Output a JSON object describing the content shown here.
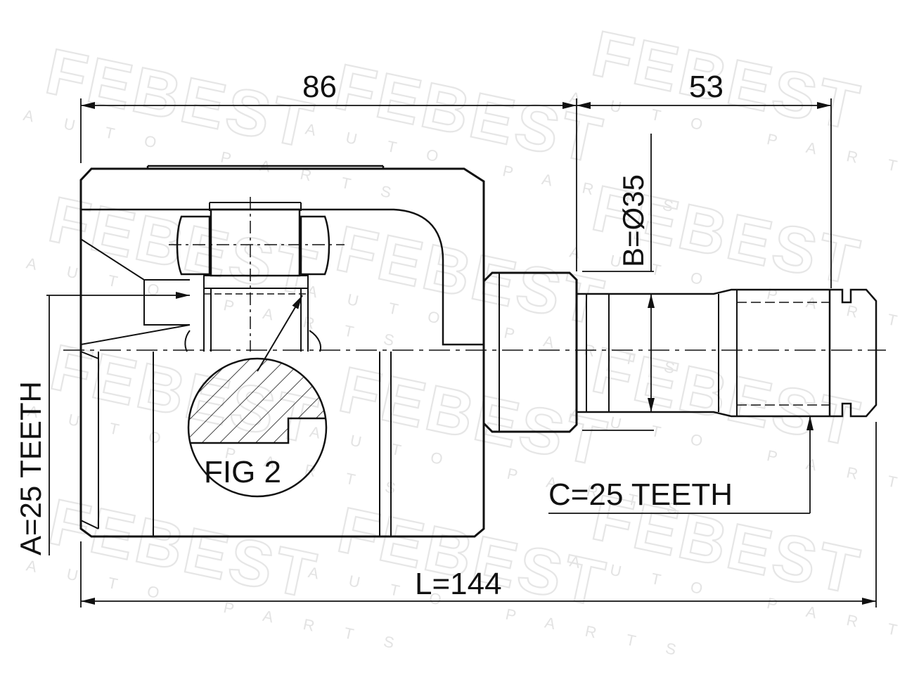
{
  "watermark": {
    "brand": "FEBEST",
    "tagline": "AUTO PARTS"
  },
  "dimensions": {
    "housing_length": "86",
    "shaft_length": "53",
    "diameter": "B=Ø35",
    "total_length": "L=144",
    "inner_teeth": "A=25 TEETH",
    "outer_teeth": "C=25 TEETH"
  },
  "detail": {
    "label": "FIG 2"
  }
}
